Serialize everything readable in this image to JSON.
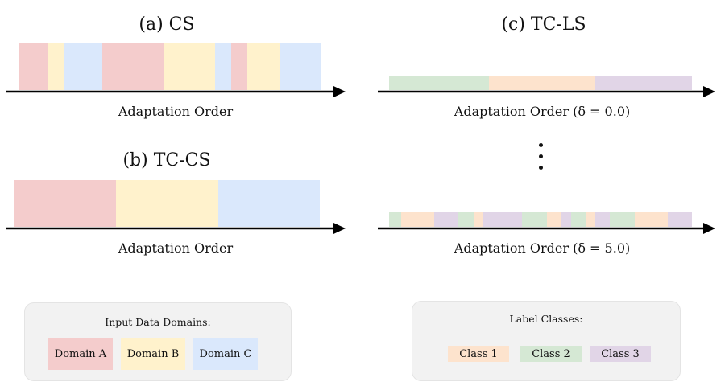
{
  "colors": {
    "domain_a": "#f4cccc",
    "domain_b": "#fff2cc",
    "domain_c": "#dae8fc",
    "class_1": "#fde3cd",
    "class_2": "#d5e8d4",
    "class_3": "#e1d5e7",
    "axis": "#000000"
  },
  "panel_a": {
    "title": "(a) CS",
    "axis_label": "Adaptation Order",
    "sequence": [
      {
        "domain": "domain_a",
        "length": 9
      },
      {
        "domain": "domain_b",
        "length": 5
      },
      {
        "domain": "domain_c",
        "length": 12
      },
      {
        "domain": "domain_a",
        "length": 19
      },
      {
        "domain": "domain_b",
        "length": 16
      },
      {
        "domain": "domain_c",
        "length": 5
      },
      {
        "domain": "domain_a",
        "length": 5
      },
      {
        "domain": "domain_b",
        "length": 10
      },
      {
        "domain": "domain_c",
        "length": 13
      }
    ]
  },
  "panel_b": {
    "title": "(b) TC-CS",
    "axis_label": "Adaptation Order",
    "sequence": [
      {
        "domain": "domain_a",
        "length": 1
      },
      {
        "domain": "domain_b",
        "length": 1
      },
      {
        "domain": "domain_c",
        "length": 1
      }
    ]
  },
  "panel_c": {
    "title": "(c) TC-LS",
    "label_top": "Adaptation Order (δ = 0.0)",
    "label_bottom": "Adaptation Order (δ = 5.0)",
    "sequence_top": [
      {
        "cls": "class_2",
        "length": 33
      },
      {
        "cls": "class_1",
        "length": 35
      },
      {
        "cls": "class_3",
        "length": 32
      }
    ],
    "sequence_bottom": [
      {
        "cls": "class_2",
        "length": 4
      },
      {
        "cls": "class_1",
        "length": 11
      },
      {
        "cls": "class_3",
        "length": 8
      },
      {
        "cls": "class_2",
        "length": 5
      },
      {
        "cls": "class_1",
        "length": 3
      },
      {
        "cls": "class_3",
        "length": 13
      },
      {
        "cls": "class_2",
        "length": 8
      },
      {
        "cls": "class_1",
        "length": 5
      },
      {
        "cls": "class_3",
        "length": 3
      },
      {
        "cls": "class_2",
        "length": 5
      },
      {
        "cls": "class_1",
        "length": 3
      },
      {
        "cls": "class_3",
        "length": 5
      },
      {
        "cls": "class_2",
        "length": 8
      },
      {
        "cls": "class_1",
        "length": 11
      },
      {
        "cls": "class_3",
        "length": 8
      }
    ]
  },
  "legend_domains": {
    "title": "Input Data Domains:",
    "items": [
      {
        "label": "Domain A",
        "color": "#f4cccc"
      },
      {
        "label": "Domain B",
        "color": "#fff2cc"
      },
      {
        "label": "Domain C",
        "color": "#dae8fc"
      }
    ]
  },
  "legend_classes": {
    "title": "Label Classes:",
    "items": [
      {
        "label": "Class 1",
        "color": "#fde3cd"
      },
      {
        "label": "Class 2",
        "color": "#d5e8d4"
      },
      {
        "label": "Class 3",
        "color": "#e1d5e7"
      }
    ]
  }
}
